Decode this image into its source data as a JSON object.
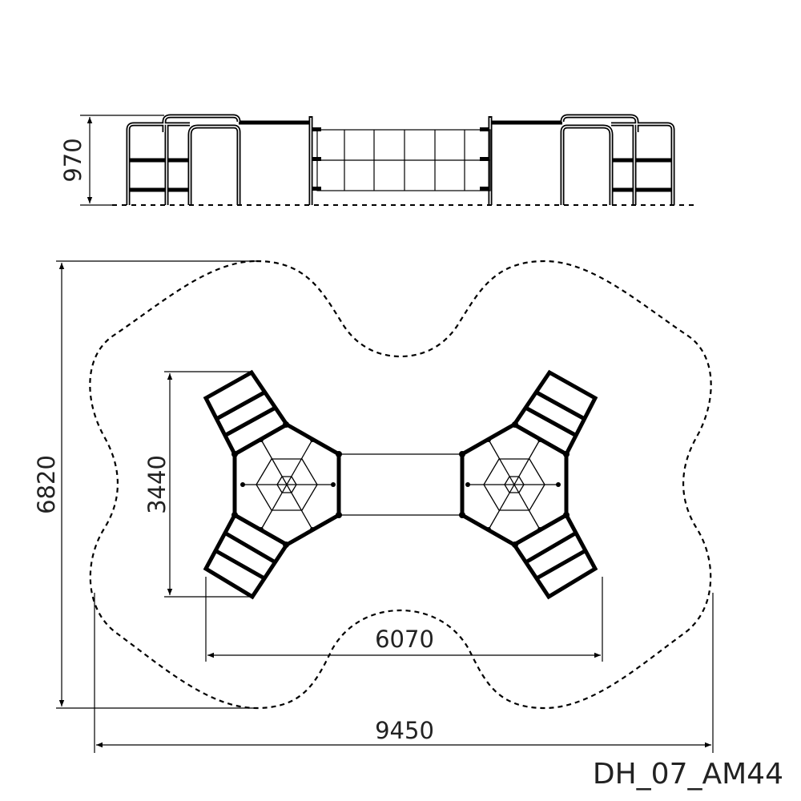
{
  "dimensions": {
    "height_elevation": "970",
    "overall_depth": "6820",
    "unit_depth": "3440",
    "unit_spacing": "6070",
    "overall_width": "9450"
  },
  "product_code": "DH_07_AM44",
  "colors": {
    "line": "#000000",
    "background": "#ffffff"
  }
}
